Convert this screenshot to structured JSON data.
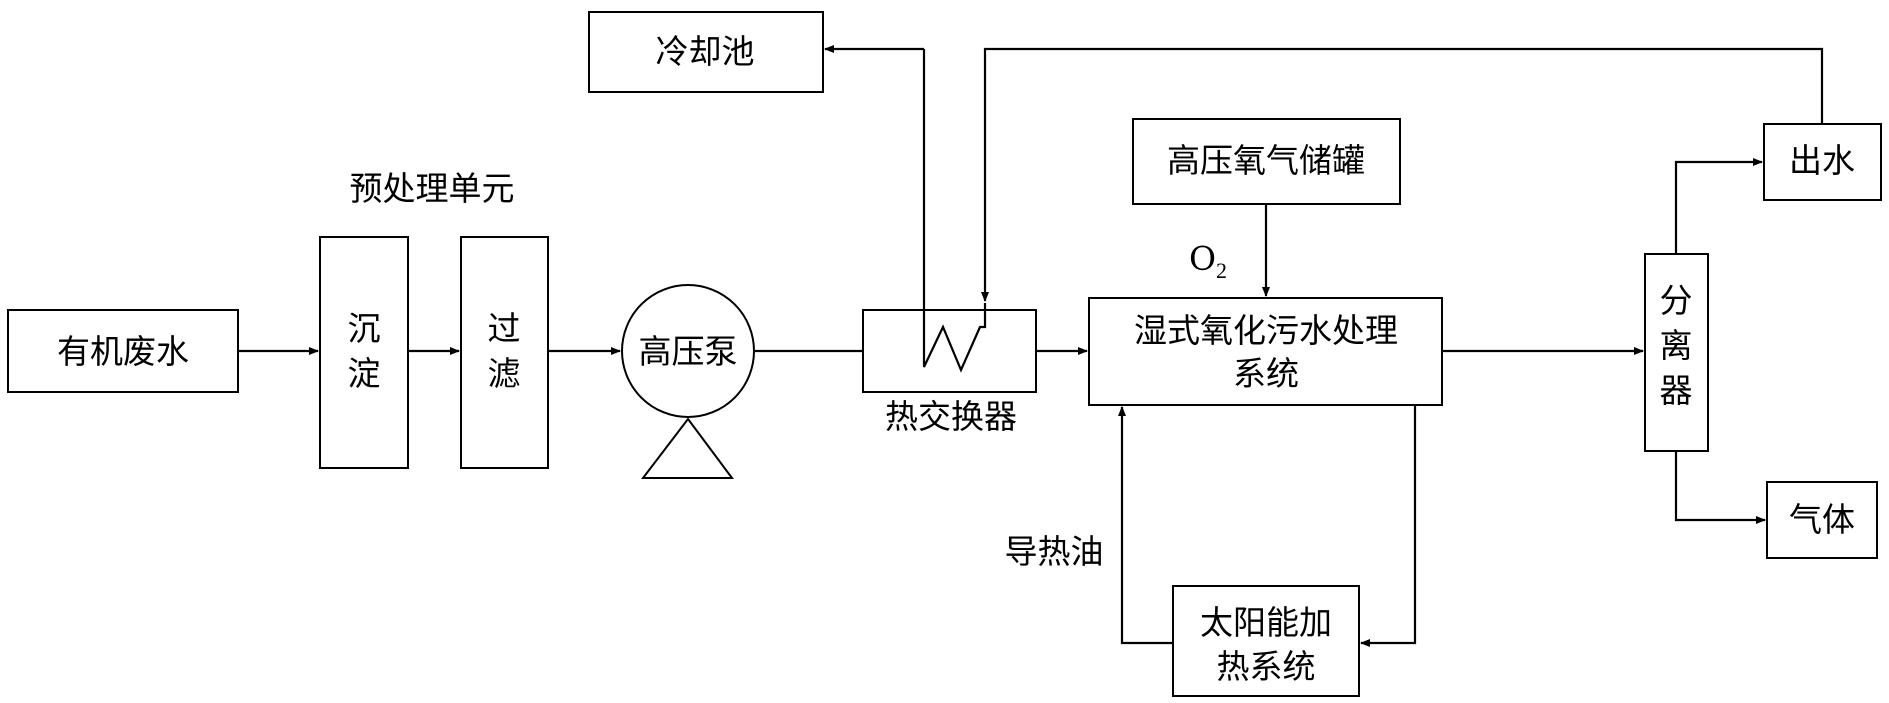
{
  "nodes": {
    "wastewater": "有机废水",
    "pretreat_title": "预处理单元",
    "sediment": [
      "沉",
      "淀"
    ],
    "filter": [
      "过",
      "滤"
    ],
    "pump": "高压泵",
    "heat_exchanger": "热交换器",
    "cooling_pool": "冷却池",
    "oxygen_tank": "高压氧气储罐",
    "oxygen_formula": "O",
    "oxygen_subscript": "2",
    "wet_oxidation": [
      "湿式氧化污水处理",
      "系统"
    ],
    "solar_heating": [
      "太阳能加",
      "热系统"
    ],
    "heat_oil": "导热油",
    "separator": [
      "分",
      "离",
      "器"
    ],
    "water_out": "出水",
    "gas": "气体"
  },
  "colors": {
    "stroke": "#000000",
    "background": "#ffffff"
  }
}
